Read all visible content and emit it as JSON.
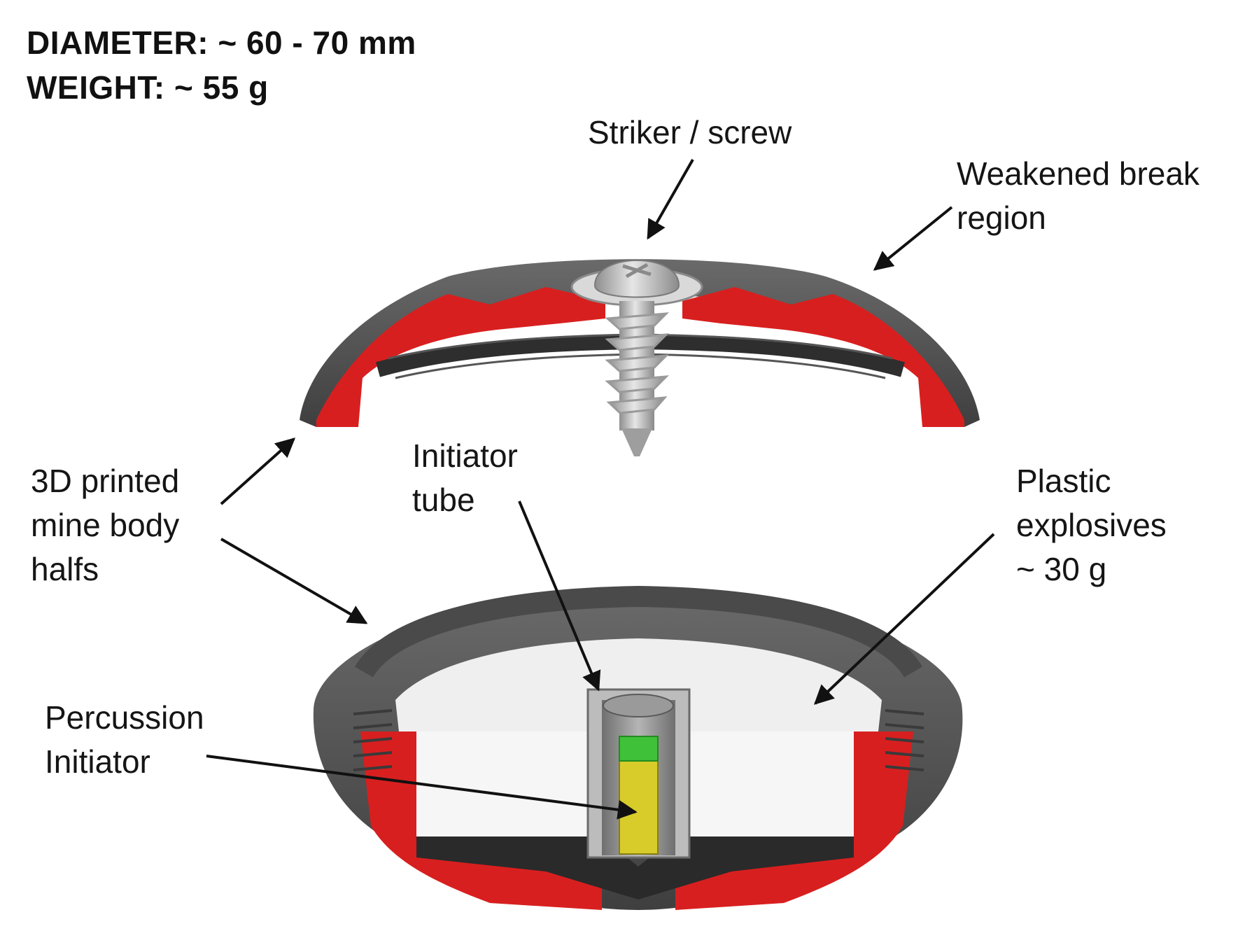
{
  "specs": {
    "diameter": "DIAMETER:  ~ 60 - 70 mm",
    "weight": "WEIGHT: ~ 55 g"
  },
  "labels": {
    "striker": [
      "Striker / screw"
    ],
    "weakened": [
      "Weakened break",
      "region"
    ],
    "body": [
      "3D printed",
      "mine body",
      "halfs"
    ],
    "initiator_tube": [
      "Initiator",
      "tube"
    ],
    "explosives": [
      "Plastic",
      "explosives",
      "~ 30 g"
    ],
    "percussion": [
      "Percussion",
      "Initiator"
    ]
  },
  "colors": {
    "shell": "#555555",
    "section": "#d81f1f",
    "explosive": "#f3f3f3",
    "initiator_body": "#d8cc2a",
    "initiator_cap": "#3fc13a",
    "screw": "#b8b8b8"
  }
}
